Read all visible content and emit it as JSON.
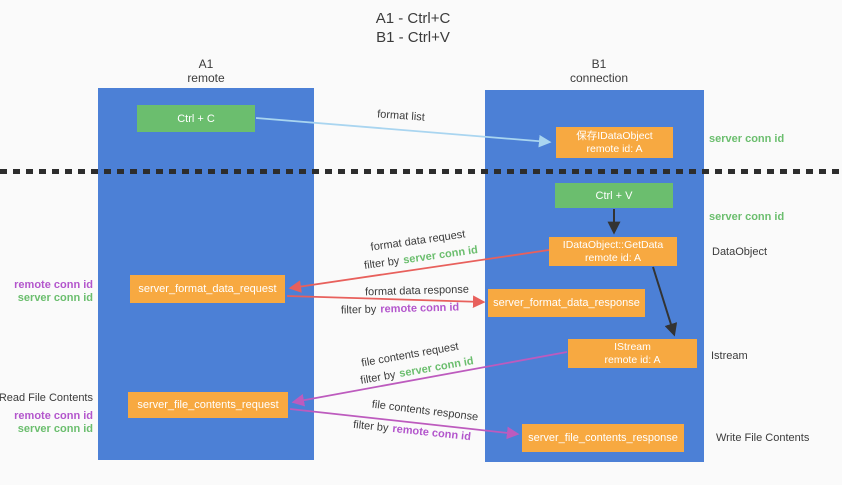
{
  "title": {
    "line1": "A1 - Ctrl+C",
    "line2": "B1 - Ctrl+V"
  },
  "columns": {
    "a1": {
      "name": "A1",
      "role": "remote"
    },
    "b1": {
      "name": "B1",
      "role": "connection"
    }
  },
  "boxes": {
    "ctrl_c": "Ctrl + C",
    "save_dataobject_line1": "保存IDataObject",
    "save_dataobject_line2": "remote id: A",
    "ctrl_v": "Ctrl + V",
    "getdata_line1": "IDataObject::GetData",
    "getdata_line2": "remote id: A",
    "format_request": "server_format_data_request",
    "format_response": "server_format_data_response",
    "istream_line1": "IStream",
    "istream_line2": "remote id: A",
    "file_request": "server_file_contents_request",
    "file_response": "server_file_contents_response"
  },
  "flow_labels": {
    "format_list": "format list",
    "format_data_request": "format data request",
    "format_data_request_filter": "filter by",
    "format_data_request_key": "server conn id",
    "format_data_response": "format data response",
    "format_data_response_filter": "filter by",
    "format_data_response_key": "remote conn id",
    "file_contents_request": "file contents request",
    "file_contents_request_filter": "filter by",
    "file_contents_request_key": "server conn id",
    "file_contents_response": "file contents response",
    "file_contents_response_filter": "filter by",
    "file_contents_response_key": "remote conn id"
  },
  "left_labels": {
    "remote_conn_1": "remote conn id",
    "server_conn_1": "server conn id",
    "read_file": "Read File Contents",
    "remote_conn_2": "remote conn id",
    "server_conn_2": "server conn id"
  },
  "right_labels": {
    "server_conn_1": "server conn id",
    "server_conn_2": "server conn id",
    "dataobject": "DataObject",
    "istream": "Istream",
    "write_file": "Write File Contents"
  },
  "colors": {
    "column_blue": "#4c80d6",
    "box_green": "#6bbe6e",
    "box_orange": "#f7a941",
    "arrow_light_blue": "#a9d5f0",
    "arrow_black": "#333333",
    "arrow_red": "#e8605c",
    "arrow_purple": "#bd5bbe",
    "text_green": "#6bbe6e",
    "text_purple": "#b356cc",
    "text_dark": "#3b3b3b",
    "background": "#fafafa"
  }
}
